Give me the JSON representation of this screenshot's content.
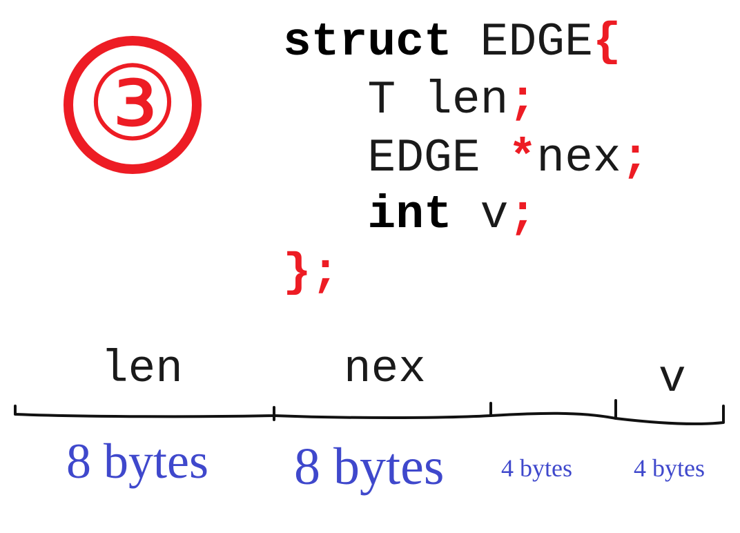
{
  "badge": {
    "label": "③"
  },
  "code": {
    "line1": {
      "keyword": "struct",
      "name": " EDGE",
      "brace": "{"
    },
    "line2": {
      "text": "   T len",
      "semi": ";"
    },
    "line3": {
      "text": "   EDGE ",
      "star": "*",
      "name": "nex",
      "semi": ";"
    },
    "line4": {
      "indent": "   ",
      "keyword": "int",
      "name": " v",
      "semi": ";"
    },
    "line5": {
      "text": "};"
    }
  },
  "fields": [
    "len",
    "nex",
    "v"
  ],
  "segments": [
    {
      "label": "8 bytes",
      "bytes": 8
    },
    {
      "label": "8 bytes",
      "bytes": 8
    },
    {
      "label": "4 bytes",
      "bytes": 4
    },
    {
      "label": "4 bytes",
      "bytes": 4
    }
  ],
  "colors": {
    "accent_red": "#ed1c24",
    "size_blue": "#3f48cc",
    "ink": "#1a1a1a"
  }
}
